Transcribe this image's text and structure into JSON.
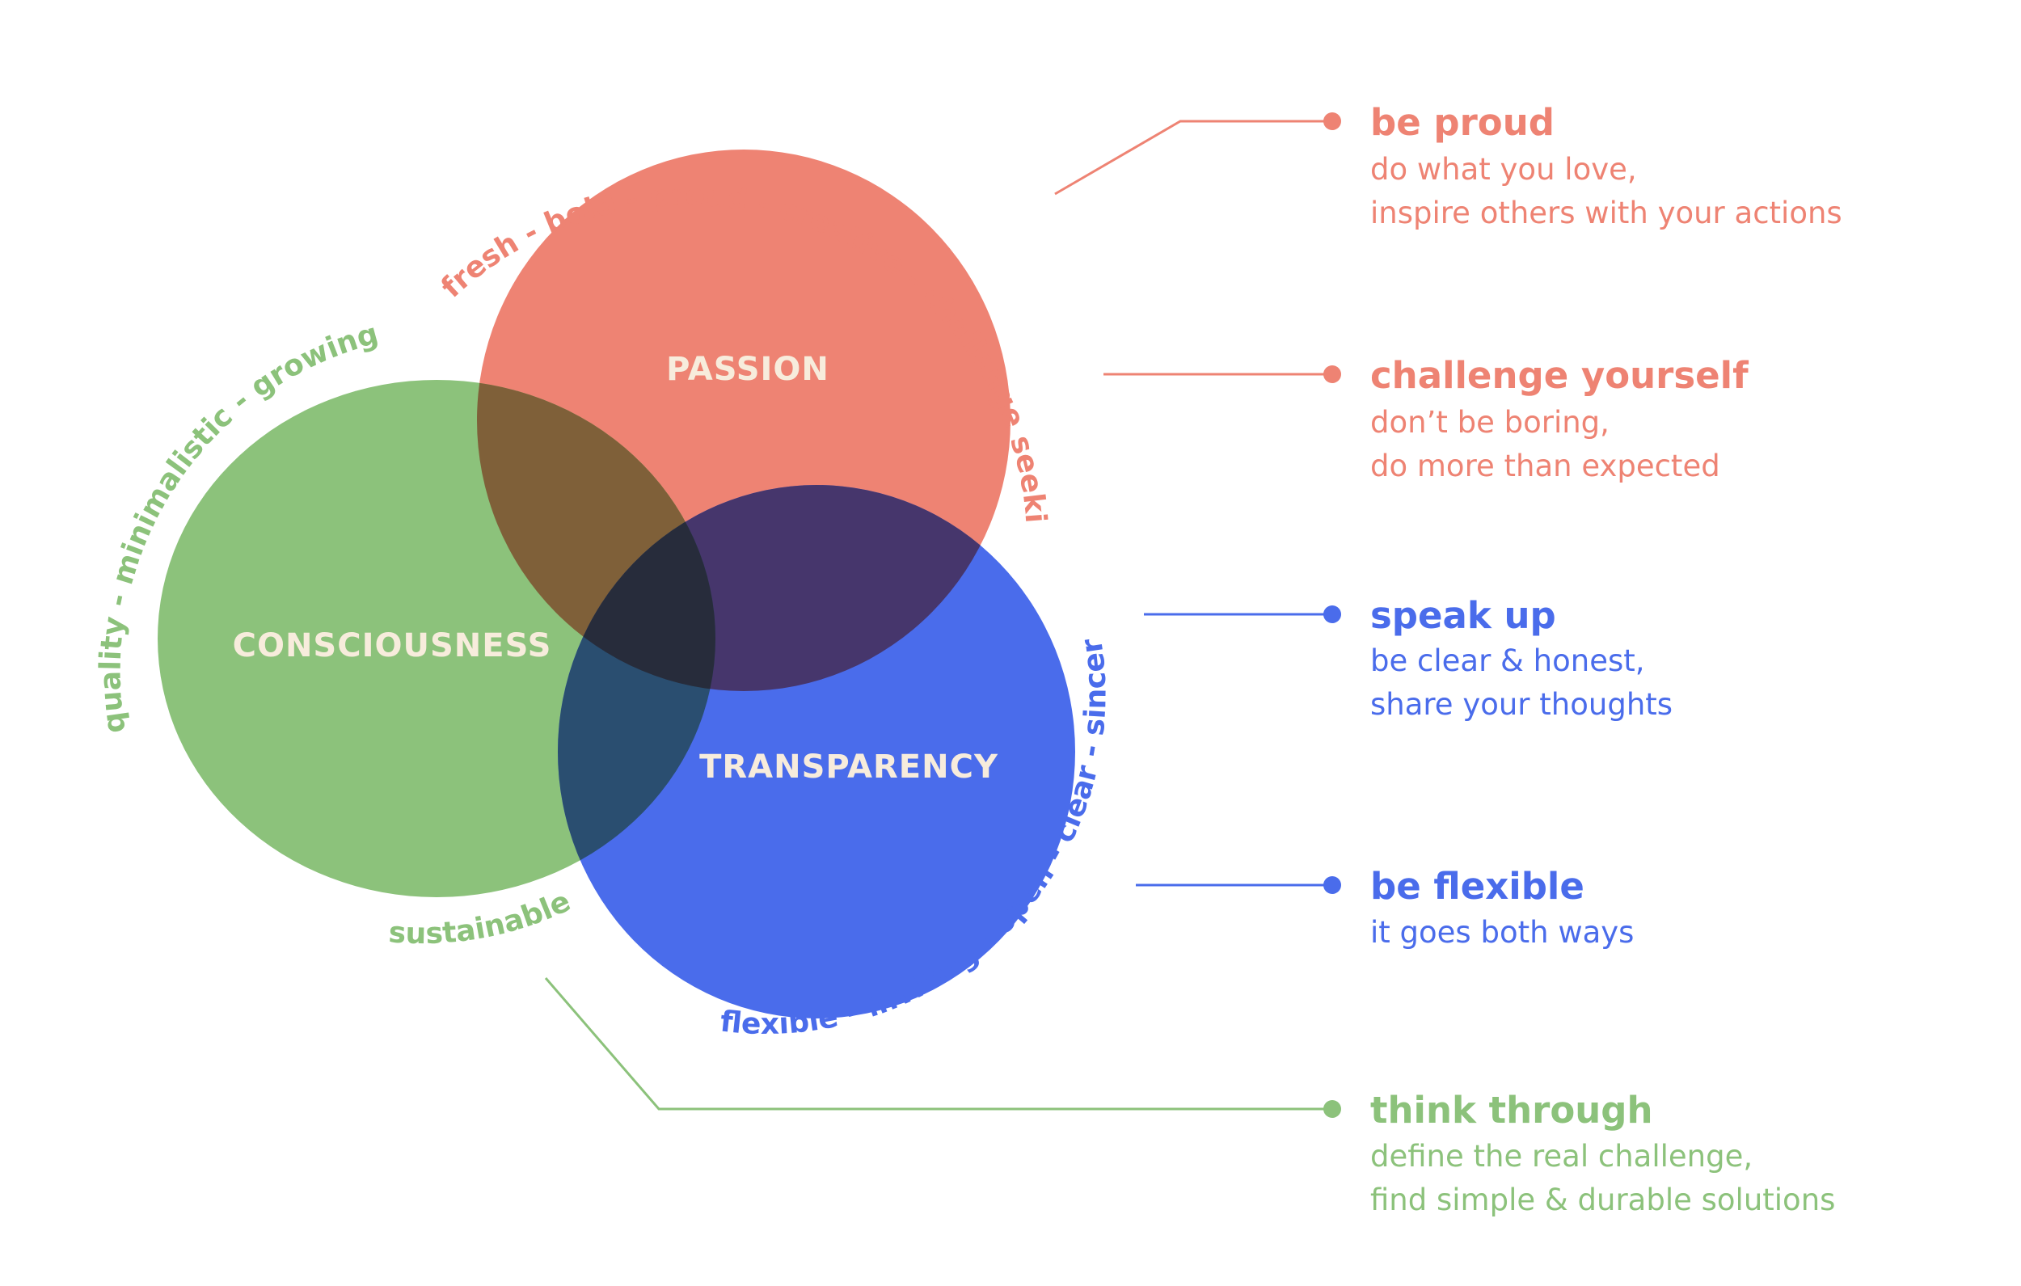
{
  "colors": {
    "passion": "#ee8373",
    "consciousness": "#8cc27b",
    "transparency": "#4a6ceb",
    "overlap_passion_consciousness": "#7f6039",
    "overlap_passion_transparency": "#46366c",
    "overlap_consciousness_transparency": "#2a4e70",
    "overlap_center": "#272c3b",
    "label_text": "#f7ecdc"
  },
  "circles": {
    "passion": {
      "label": "PASSION"
    },
    "consciousness": {
      "label": "CONSCIOUSNESS"
    },
    "transparency": {
      "label": "TRANSPARENCY"
    }
  },
  "arc_labels": {
    "passion": "fresh - bold - proud - creative - challenge seeking - energic",
    "consciousness": "quality - minimalistic - growing",
    "consciousness_bottom": "sustainable - meaningful work -",
    "transparency": "flexible - inviting - open - clear - sincere"
  },
  "values": [
    {
      "id": "be-proud",
      "color": "#ee8373",
      "title": "be proud",
      "lines": [
        "do what you love,",
        "inspire others with your actions"
      ]
    },
    {
      "id": "challenge-yourself",
      "color": "#ee8373",
      "title": "challenge yourself",
      "lines": [
        "don’t be boring,",
        "do more than expected"
      ]
    },
    {
      "id": "speak-up",
      "color": "#4a6ceb",
      "title": "speak up",
      "lines": [
        "be clear & honest,",
        "share your thoughts"
      ]
    },
    {
      "id": "be-flexible",
      "color": "#4a6ceb",
      "title": "be flexible",
      "lines": [
        "it goes both ways"
      ]
    },
    {
      "id": "think-through",
      "color": "#8cc27b",
      "title": "think through",
      "lines": [
        "define the real challenge,",
        "find simple & durable solutions"
      ]
    }
  ]
}
